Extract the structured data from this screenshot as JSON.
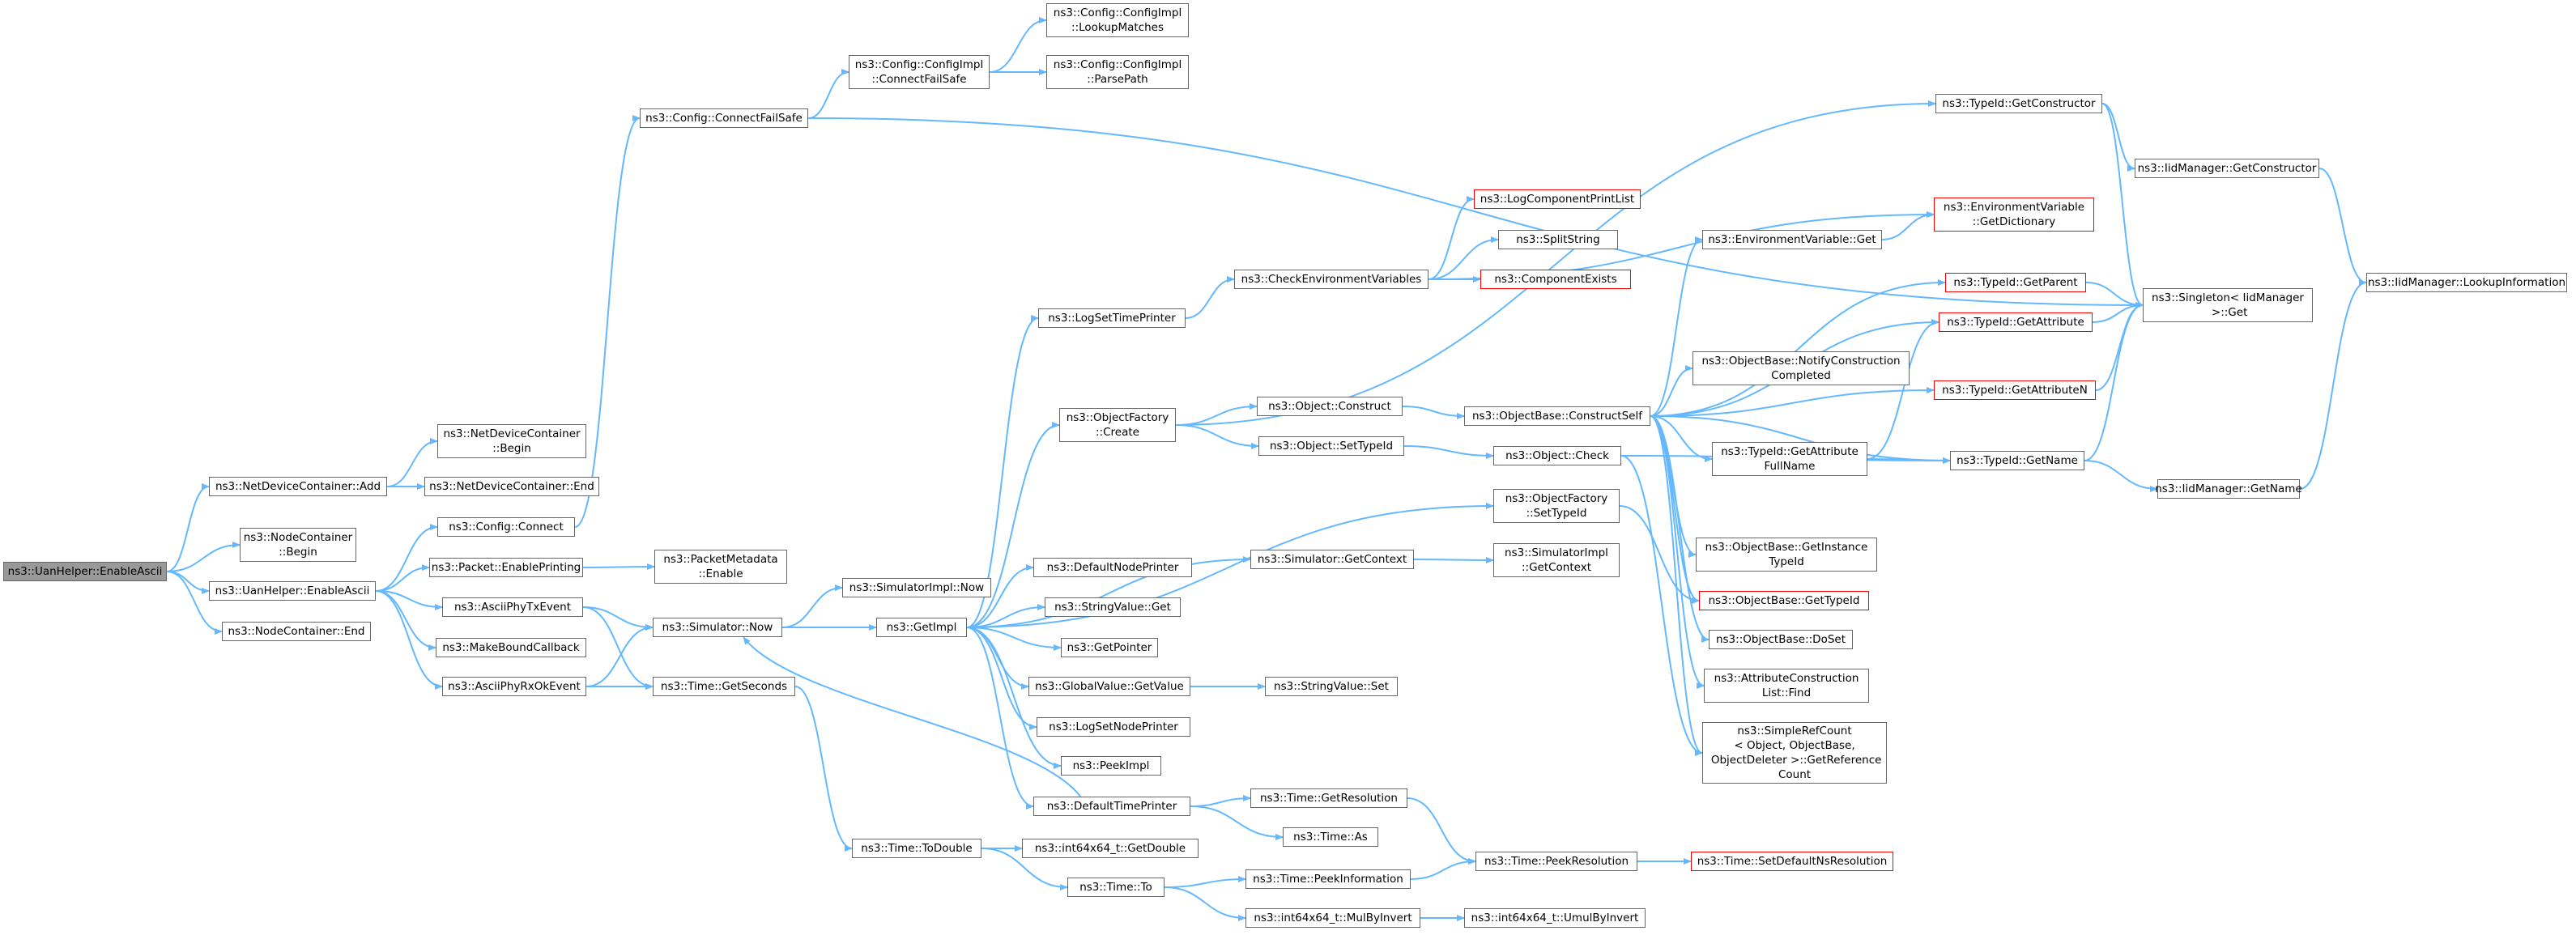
{
  "colors": {
    "edge": "#63b8ff",
    "node_border": "#666666",
    "truncated_border": "#ff0000",
    "root_fill": "#999999"
  },
  "nodes": [
    {
      "id": "root",
      "label": "ns3::UanHelper::EnableAscii",
      "style": "root"
    },
    {
      "id": "ndc_add",
      "label": "ns3::NetDeviceContainer::Add",
      "style": "normal"
    },
    {
      "id": "nc_begin",
      "label": "ns3::NodeContainer\n::Begin",
      "style": "normal"
    },
    {
      "id": "uan_enable",
      "label": "ns3::UanHelper::EnableAscii",
      "style": "normal"
    },
    {
      "id": "nc_end",
      "label": "ns3::NodeContainer::End",
      "style": "normal"
    },
    {
      "id": "ndc_begin",
      "label": "ns3::NetDeviceContainer\n::Begin",
      "style": "normal"
    },
    {
      "id": "ndc_end",
      "label": "ns3::NetDeviceContainer::End",
      "style": "normal"
    },
    {
      "id": "cfg_connect",
      "label": "ns3::Config::Connect",
      "style": "normal"
    },
    {
      "id": "pkt_print",
      "label": "ns3::Packet::EnablePrinting",
      "style": "normal"
    },
    {
      "id": "tx_event",
      "label": "ns3::AsciiPhyTxEvent",
      "style": "normal"
    },
    {
      "id": "mk_cb",
      "label": "ns3::MakeBoundCallback",
      "style": "normal"
    },
    {
      "id": "rx_event",
      "label": "ns3::AsciiPhyRxOkEvent",
      "style": "normal"
    },
    {
      "id": "cfg_cfs",
      "label": "ns3::Config::ConnectFailSafe",
      "style": "normal"
    },
    {
      "id": "impl_cfs",
      "label": "ns3::Config::ConfigImpl\n::ConnectFailSafe",
      "style": "normal"
    },
    {
      "id": "impl_lookup",
      "label": "ns3::Config::ConfigImpl\n::LookupMatches",
      "style": "normal"
    },
    {
      "id": "impl_parse",
      "label": "ns3::Config::ConfigImpl\n::ParsePath",
      "style": "normal"
    },
    {
      "id": "pm_enable",
      "label": "ns3::PacketMetadata\n::Enable",
      "style": "normal"
    },
    {
      "id": "simimpl_now",
      "label": "ns3::SimulatorImpl::Now",
      "style": "normal"
    },
    {
      "id": "sim_now",
      "label": "ns3::Simulator::Now",
      "style": "normal"
    },
    {
      "id": "time_getsec",
      "label": "ns3::Time::GetSeconds",
      "style": "normal"
    },
    {
      "id": "get_impl",
      "label": "ns3::GetImpl",
      "style": "normal"
    },
    {
      "id": "time_todouble",
      "label": "ns3::Time::ToDouble",
      "style": "normal"
    },
    {
      "id": "log_tp",
      "label": "ns3::LogSetTimePrinter",
      "style": "normal"
    },
    {
      "id": "objf_create",
      "label": "ns3::ObjectFactory\n::Create",
      "style": "normal"
    },
    {
      "id": "def_np",
      "label": "ns3::DefaultNodePrinter",
      "style": "normal"
    },
    {
      "id": "sv_get",
      "label": "ns3::StringValue::Get",
      "style": "normal"
    },
    {
      "id": "get_ptr",
      "label": "ns3::GetPointer",
      "style": "normal"
    },
    {
      "id": "gv_get",
      "label": "ns3::GlobalValue::GetValue",
      "style": "normal"
    },
    {
      "id": "log_np",
      "label": "ns3::LogSetNodePrinter",
      "style": "normal"
    },
    {
      "id": "peek_impl",
      "label": "ns3::PeekImpl",
      "style": "normal"
    },
    {
      "id": "def_tp",
      "label": "ns3::DefaultTimePrinter",
      "style": "normal"
    },
    {
      "id": "i64_getdouble",
      "label": "ns3::int64x64_t::GetDouble",
      "style": "normal"
    },
    {
      "id": "time_to",
      "label": "ns3::Time::To",
      "style": "normal"
    },
    {
      "id": "check_env",
      "label": "ns3::CheckEnvironmentVariables",
      "style": "normal"
    },
    {
      "id": "obj_construct",
      "label": "ns3::Object::Construct",
      "style": "normal"
    },
    {
      "id": "obj_settid",
      "label": "ns3::Object::SetTypeId",
      "style": "normal"
    },
    {
      "id": "sim_getctx",
      "label": "ns3::Simulator::GetContext",
      "style": "normal"
    },
    {
      "id": "sv_set",
      "label": "ns3::StringValue::Set",
      "style": "normal"
    },
    {
      "id": "time_getres",
      "label": "ns3::Time::GetResolution",
      "style": "normal"
    },
    {
      "id": "time_as",
      "label": "ns3::Time::As",
      "style": "normal"
    },
    {
      "id": "time_peekinfo",
      "label": "ns3::Time::PeekInformation",
      "style": "normal"
    },
    {
      "id": "i64_mulbyinv",
      "label": "ns3::int64x64_t::MulByInvert",
      "style": "normal"
    },
    {
      "id": "log_cpl",
      "label": "ns3::LogComponentPrintList",
      "style": "trunc"
    },
    {
      "id": "split_str",
      "label": "ns3::SplitString",
      "style": "normal"
    },
    {
      "id": "comp_exists",
      "label": "ns3::ComponentExists",
      "style": "trunc"
    },
    {
      "id": "obase_cs",
      "label": "ns3::ObjectBase::ConstructSelf",
      "style": "normal"
    },
    {
      "id": "obj_check",
      "label": "ns3::Object::Check",
      "style": "normal"
    },
    {
      "id": "objf_settid",
      "label": "ns3::ObjectFactory\n::SetTypeId",
      "style": "normal"
    },
    {
      "id": "simimpl_getctx",
      "label": "ns3::SimulatorImpl\n::GetContext",
      "style": "normal"
    },
    {
      "id": "time_peekres",
      "label": "ns3::Time::PeekResolution",
      "style": "normal"
    },
    {
      "id": "i64_umulbyinv",
      "label": "ns3::int64x64_t::UmulByInvert",
      "style": "normal"
    },
    {
      "id": "env_get",
      "label": "ns3::EnvironmentVariable::Get",
      "style": "normal"
    },
    {
      "id": "obase_notify",
      "label": "ns3::ObjectBase::NotifyConstruction\nCompleted",
      "style": "normal"
    },
    {
      "id": "tid_getattrfn",
      "label": "ns3::TypeId::GetAttribute\nFullName",
      "style": "normal"
    },
    {
      "id": "obase_getinst",
      "label": "ns3::ObjectBase::GetInstance\nTypeId",
      "style": "normal"
    },
    {
      "id": "obase_gettid",
      "label": "ns3::ObjectBase::GetTypeId",
      "style": "trunc"
    },
    {
      "id": "obase_doset",
      "label": "ns3::ObjectBase::DoSet",
      "style": "normal"
    },
    {
      "id": "attr_find",
      "label": "ns3::AttributeConstruction\nList::Find",
      "style": "normal"
    },
    {
      "id": "src_getref",
      "label": "ns3::SimpleRefCount\n< Object, ObjectBase,\n ObjectDeleter >::GetReference\nCount",
      "style": "normal"
    },
    {
      "id": "time_setdef",
      "label": "ns3::Time::SetDefaultNsResolution",
      "style": "trunc"
    },
    {
      "id": "tid_getctor",
      "label": "ns3::TypeId::GetConstructor",
      "style": "normal"
    },
    {
      "id": "env_getdict",
      "label": "ns3::EnvironmentVariable\n::GetDictionary",
      "style": "trunc"
    },
    {
      "id": "tid_getparent",
      "label": "ns3::TypeId::GetParent",
      "style": "trunc"
    },
    {
      "id": "tid_getattr",
      "label": "ns3::TypeId::GetAttribute",
      "style": "trunc"
    },
    {
      "id": "tid_getattrn",
      "label": "ns3::TypeId::GetAttributeN",
      "style": "trunc"
    },
    {
      "id": "tid_getname",
      "label": "ns3::TypeId::GetName",
      "style": "normal"
    },
    {
      "id": "iid_getctor",
      "label": "ns3::IidManager::GetConstructor",
      "style": "normal"
    },
    {
      "id": "singleton_get",
      "label": "ns3::Singleton< IidManager\n >::Get",
      "style": "normal"
    },
    {
      "id": "iid_getname",
      "label": "ns3::IidManager::GetName",
      "style": "normal"
    },
    {
      "id": "iid_lookup",
      "label": "ns3::IidManager::LookupInformation",
      "style": "normal"
    }
  ],
  "edges": [
    [
      "root",
      "ndc_add"
    ],
    [
      "root",
      "nc_begin"
    ],
    [
      "root",
      "uan_enable"
    ],
    [
      "root",
      "nc_end"
    ],
    [
      "ndc_add",
      "ndc_begin"
    ],
    [
      "ndc_add",
      "ndc_end"
    ],
    [
      "uan_enable",
      "cfg_connect"
    ],
    [
      "uan_enable",
      "pkt_print"
    ],
    [
      "uan_enable",
      "tx_event"
    ],
    [
      "uan_enable",
      "mk_cb"
    ],
    [
      "uan_enable",
      "rx_event"
    ],
    [
      "cfg_connect",
      "cfg_cfs"
    ],
    [
      "cfg_cfs",
      "impl_cfs"
    ],
    [
      "cfg_cfs",
      "singleton_get"
    ],
    [
      "impl_cfs",
      "impl_lookup"
    ],
    [
      "impl_cfs",
      "impl_parse"
    ],
    [
      "pkt_print",
      "pm_enable"
    ],
    [
      "tx_event",
      "sim_now"
    ],
    [
      "tx_event",
      "time_getsec"
    ],
    [
      "rx_event",
      "sim_now"
    ],
    [
      "rx_event",
      "time_getsec"
    ],
    [
      "sim_now",
      "simimpl_now"
    ],
    [
      "sim_now",
      "get_impl"
    ],
    [
      "time_getsec",
      "time_todouble"
    ],
    [
      "get_impl",
      "log_tp"
    ],
    [
      "get_impl",
      "objf_create"
    ],
    [
      "get_impl",
      "objf_settid"
    ],
    [
      "get_impl",
      "sim_getctx"
    ],
    [
      "get_impl",
      "def_np"
    ],
    [
      "get_impl",
      "sv_get"
    ],
    [
      "get_impl",
      "get_ptr"
    ],
    [
      "get_impl",
      "gv_get"
    ],
    [
      "get_impl",
      "log_np"
    ],
    [
      "get_impl",
      "peek_impl"
    ],
    [
      "get_impl",
      "def_tp"
    ],
    [
      "def_tp",
      "sim_now"
    ],
    [
      "def_tp",
      "time_getres"
    ],
    [
      "def_tp",
      "time_as"
    ],
    [
      "time_todouble",
      "i64_getdouble"
    ],
    [
      "time_todouble",
      "time_to"
    ],
    [
      "time_to",
      "time_peekinfo"
    ],
    [
      "time_to",
      "i64_mulbyinv"
    ],
    [
      "log_tp",
      "check_env"
    ],
    [
      "objf_create",
      "obj_construct"
    ],
    [
      "objf_create",
      "obj_settid"
    ],
    [
      "objf_create",
      "tid_getctor"
    ],
    [
      "sim_getctx",
      "simimpl_getctx"
    ],
    [
      "gv_get",
      "sv_set"
    ],
    [
      "time_getres",
      "time_peekres"
    ],
    [
      "time_peekinfo",
      "time_peekres"
    ],
    [
      "i64_mulbyinv",
      "i64_umulbyinv"
    ],
    [
      "time_peekres",
      "time_setdef"
    ],
    [
      "check_env",
      "log_cpl"
    ],
    [
      "check_env",
      "split_str"
    ],
    [
      "check_env",
      "comp_exists"
    ],
    [
      "check_env",
      "env_getdict"
    ],
    [
      "obj_construct",
      "obase_cs"
    ],
    [
      "obj_settid",
      "obj_check"
    ],
    [
      "obj_check",
      "src_getref"
    ],
    [
      "objf_settid",
      "obase_gettid"
    ],
    [
      "obase_cs",
      "env_get"
    ],
    [
      "obase_cs",
      "tid_getparent"
    ],
    [
      "obase_cs",
      "tid_getattr"
    ],
    [
      "obase_cs",
      "obase_notify"
    ],
    [
      "obase_cs",
      "tid_getattrn"
    ],
    [
      "obase_cs",
      "tid_getattrfn"
    ],
    [
      "obase_cs",
      "tid_getname"
    ],
    [
      "obase_cs",
      "obase_getinst"
    ],
    [
      "obase_cs",
      "obase_gettid"
    ],
    [
      "obase_cs",
      "obase_doset"
    ],
    [
      "obase_cs",
      "attr_find"
    ],
    [
      "obase_cs",
      "src_getref"
    ],
    [
      "env_get",
      "env_getdict"
    ],
    [
      "tid_getattrfn",
      "tid_getattr"
    ],
    [
      "tid_getattrfn",
      "tid_getname"
    ],
    [
      "obj_check",
      "tid_getname"
    ],
    [
      "tid_getctor",
      "iid_getctor"
    ],
    [
      "tid_getctor",
      "singleton_get"
    ],
    [
      "tid_getparent",
      "singleton_get"
    ],
    [
      "tid_getattr",
      "singleton_get"
    ],
    [
      "tid_getattrn",
      "singleton_get"
    ],
    [
      "tid_getname",
      "singleton_get"
    ],
    [
      "tid_getname",
      "iid_getname"
    ],
    [
      "iid_getctor",
      "iid_lookup"
    ],
    [
      "iid_getname",
      "iid_lookup"
    ]
  ]
}
